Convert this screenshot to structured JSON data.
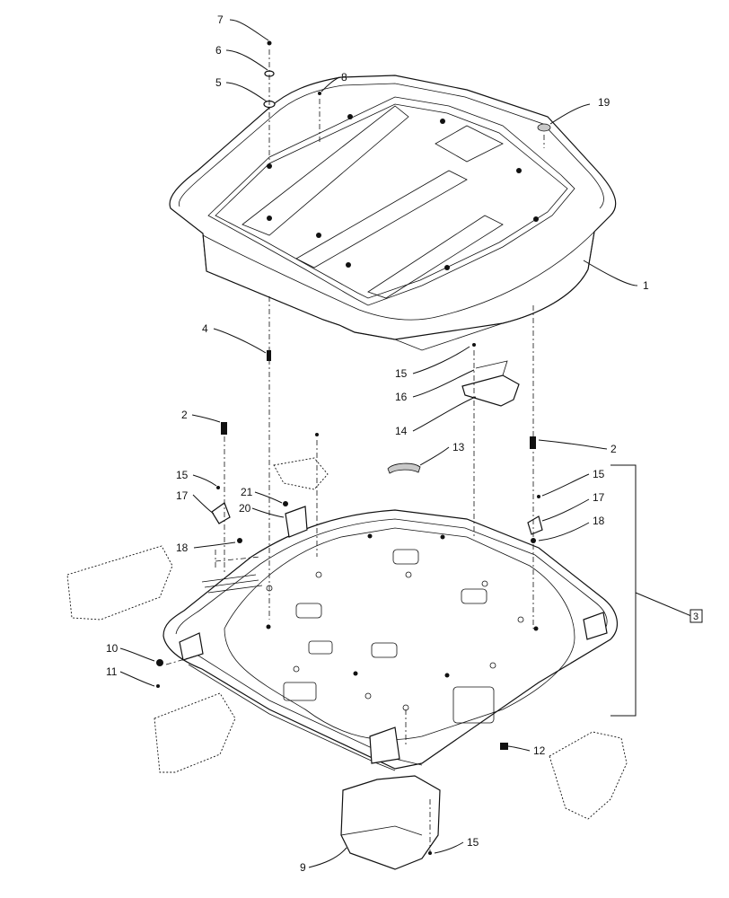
{
  "diagram": {
    "callouts": [
      "7",
      "6",
      "5",
      "8",
      "19",
      "1",
      "4",
      "15",
      "16",
      "14",
      "2",
      "2",
      "13",
      "15",
      "17",
      "21",
      "20",
      "17",
      "18",
      "15",
      "18",
      "10",
      "11",
      "12",
      "9",
      "15"
    ],
    "group_label": "3"
  }
}
